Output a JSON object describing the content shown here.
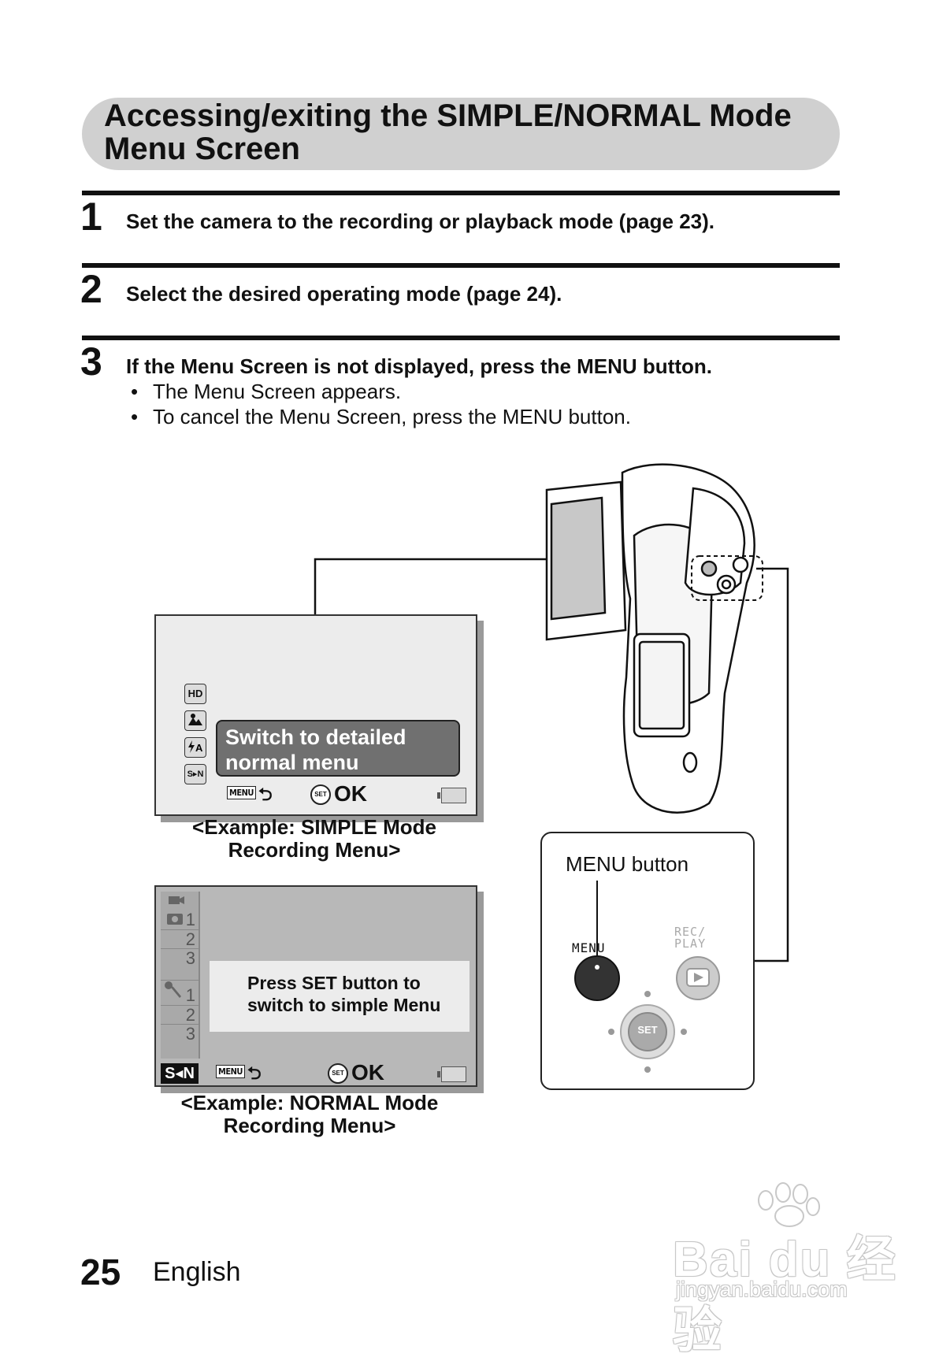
{
  "title": "Accessing/exiting the SIMPLE/NORMAL Mode Menu Screen",
  "steps": [
    {
      "num": "1",
      "text": "Set the camera to the recording or playback mode (page 23)."
    },
    {
      "num": "2",
      "text": "Select the desired operating mode (page 24)."
    },
    {
      "num": "3",
      "text": "If the Menu Screen is not displayed, press the MENU button.",
      "bullets": [
        "The Menu Screen appears.",
        "To cancel the Menu Screen, press the MENU button."
      ]
    }
  ],
  "simple_screen": {
    "icons": [
      "HD",
      "S▸N"
    ],
    "message": [
      "Switch to detailed",
      "normal menu"
    ],
    "menu_tag": "MENU",
    "set_tag": "SET",
    "ok": "OK",
    "caption": [
      "<Example: SIMPLE Mode",
      "Recording Menu>"
    ]
  },
  "normal_screen": {
    "side_numbers": [
      "1",
      "2",
      "3",
      "1",
      "2",
      "3"
    ],
    "message": [
      "Press SET button to",
      "switch to simple Menu"
    ],
    "badge": "S◂N",
    "menu_tag": "MENU",
    "set_tag": "SET",
    "ok": "OK",
    "caption": [
      "<Example: NORMAL Mode",
      "Recording Menu>"
    ]
  },
  "callout": {
    "label": "MENU button",
    "menu_label": "MENU",
    "recplay_label": [
      "REC/",
      "PLAY"
    ],
    "set_label": "SET"
  },
  "footer": {
    "page_number": "25",
    "language": "English"
  },
  "watermark": {
    "text": "Bai du 经验",
    "url": "jingyan.baidu.com"
  }
}
